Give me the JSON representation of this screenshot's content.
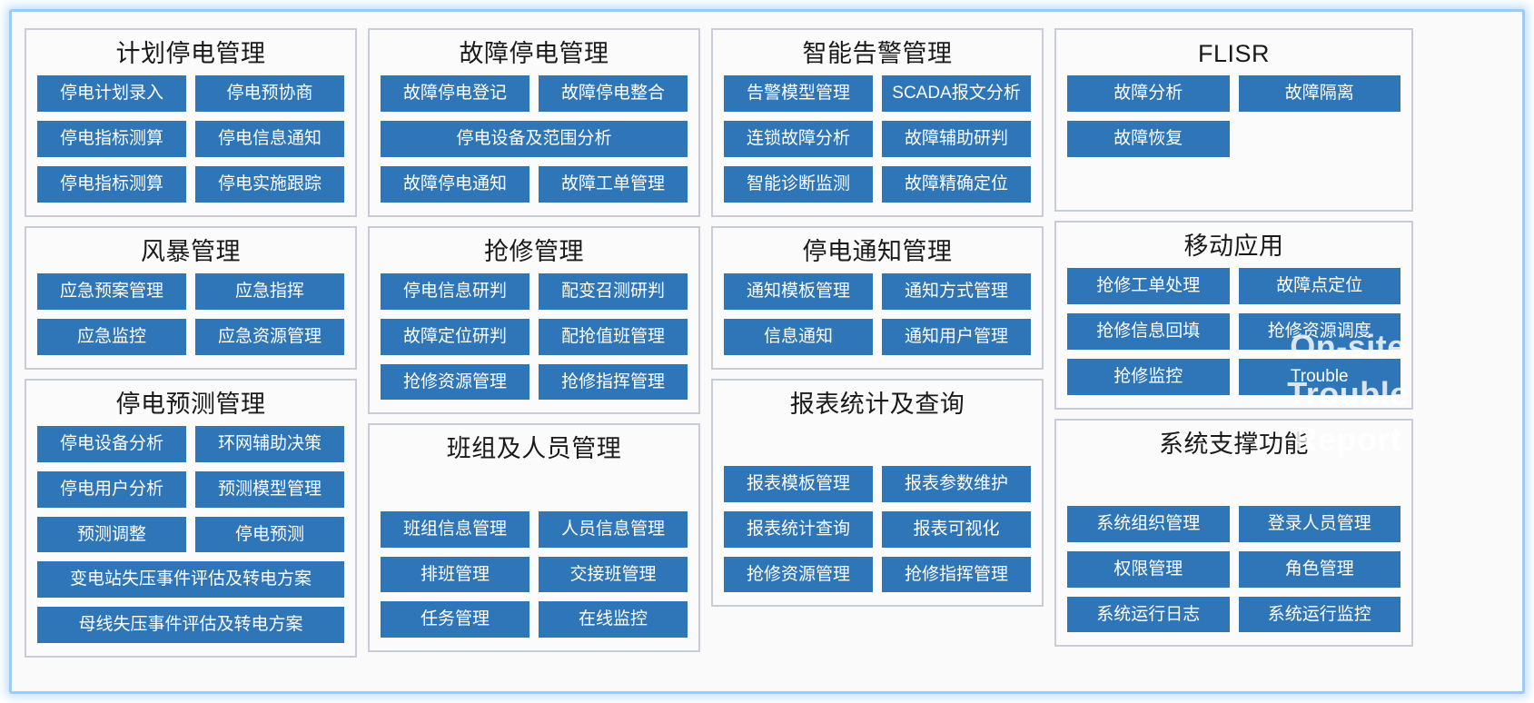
{
  "watermark": {
    "line1": "On-site",
    "line2": "Trouble",
    "line3": "Report"
  },
  "colors": {
    "button_blue": "#2f76b8",
    "panel_border": "#c7ccd6",
    "outer_border": "#9ecbf5",
    "panel_background": "#fbfbfb",
    "title_text": "#1a1a1a",
    "button_text": "#ffffff"
  },
  "panels": {
    "planned_outage": {
      "title": "计划停电管理",
      "buttons": [
        {
          "label": "停电计划录入",
          "wide": false
        },
        {
          "label": "停电预协商",
          "wide": false
        },
        {
          "label": "停电指标测算",
          "wide": false
        },
        {
          "label": "停电信息通知",
          "wide": false
        },
        {
          "label": "停电指标测算",
          "wide": false
        },
        {
          "label": "停电实施跟踪",
          "wide": false
        }
      ]
    },
    "fault_outage": {
      "title": "故障停电管理",
      "buttons": [
        {
          "label": "故障停电登记",
          "wide": false
        },
        {
          "label": "故障停电整合",
          "wide": false
        },
        {
          "label": "停电设备及范围分析",
          "wide": true
        },
        {
          "label": "故障停电通知",
          "wide": false
        },
        {
          "label": "故障工单管理",
          "wide": false
        }
      ]
    },
    "smart_alarm": {
      "title": "智能告警管理",
      "buttons": [
        {
          "label": "告警模型管理",
          "wide": false
        },
        {
          "label": "SCADA报文分析",
          "wide": false
        },
        {
          "label": "连锁故障分析",
          "wide": false
        },
        {
          "label": "故障辅助研判",
          "wide": false
        },
        {
          "label": "智能诊断监测",
          "wide": false
        },
        {
          "label": "故障精确定位",
          "wide": false
        }
      ]
    },
    "flisr": {
      "title": "FLISR",
      "buttons": [
        {
          "label": "故障分析",
          "wide": false
        },
        {
          "label": "故障隔离",
          "wide": false
        },
        {
          "label": "故障恢复",
          "wide": false
        }
      ]
    },
    "storm": {
      "title": "风暴管理",
      "buttons": [
        {
          "label": "应急预案管理",
          "wide": false
        },
        {
          "label": "应急指挥",
          "wide": false
        },
        {
          "label": "应急监控",
          "wide": false
        },
        {
          "label": "应急资源管理",
          "wide": false
        }
      ]
    },
    "emergency_repair": {
      "title": "抢修管理",
      "buttons": [
        {
          "label": "停电信息研判",
          "wide": false
        },
        {
          "label": "配变召测研判",
          "wide": false
        },
        {
          "label": "故障定位研判",
          "wide": false
        },
        {
          "label": "配抢值班管理",
          "wide": false
        },
        {
          "label": "抢修资源管理",
          "wide": false
        },
        {
          "label": "抢修指挥管理",
          "wide": false
        }
      ]
    },
    "outage_notice": {
      "title": "停电通知管理",
      "buttons": [
        {
          "label": "通知模板管理",
          "wide": false
        },
        {
          "label": "通知方式管理",
          "wide": false
        },
        {
          "label": "信息通知",
          "wide": false
        },
        {
          "label": "通知用户管理",
          "wide": false
        }
      ]
    },
    "mobile_app": {
      "title": "移动应用",
      "buttons": [
        {
          "label": "抢修工单处理",
          "wide": false
        },
        {
          "label": "故障点定位",
          "wide": false
        },
        {
          "label": "抢修信息回填",
          "wide": false
        },
        {
          "label": "抢修资源调度",
          "wide": false
        },
        {
          "label": "抢修监控",
          "wide": false
        },
        {
          "label": "Trouble",
          "wide": false
        }
      ]
    },
    "outage_forecast": {
      "title": "停电预测管理",
      "buttons": [
        {
          "label": "停电设备分析",
          "wide": false
        },
        {
          "label": "环网辅助决策",
          "wide": false
        },
        {
          "label": "停电用户分析",
          "wide": false
        },
        {
          "label": "预测模型管理",
          "wide": false
        },
        {
          "label": "预测调整",
          "wide": false
        },
        {
          "label": "停电预测",
          "wide": false
        },
        {
          "label": "变电站失压事件评估及转电方案",
          "wide": true
        },
        {
          "label": "母线失压事件评估及转电方案",
          "wide": true
        }
      ]
    },
    "team_personnel": {
      "title": "班组及人员管理",
      "buttons": [
        {
          "label": "班组信息管理",
          "wide": false
        },
        {
          "label": "人员信息管理",
          "wide": false
        },
        {
          "label": "排班管理",
          "wide": false
        },
        {
          "label": "交接班管理",
          "wide": false
        },
        {
          "label": "任务管理",
          "wide": false
        },
        {
          "label": "在线监控",
          "wide": false
        }
      ]
    },
    "report_query": {
      "title": "报表统计及查询",
      "buttons": [
        {
          "label": "报表模板管理",
          "wide": false
        },
        {
          "label": "报表参数维护",
          "wide": false
        },
        {
          "label": "报表统计查询",
          "wide": false
        },
        {
          "label": "报表可视化",
          "wide": false
        },
        {
          "label": "抢修资源管理",
          "wide": false
        },
        {
          "label": "抢修指挥管理",
          "wide": false
        }
      ]
    },
    "system_support": {
      "title": "系统支撑功能",
      "buttons": [
        {
          "label": "系统组织管理",
          "wide": false
        },
        {
          "label": "登录人员管理",
          "wide": false
        },
        {
          "label": "权限管理",
          "wide": false
        },
        {
          "label": "角色管理",
          "wide": false
        },
        {
          "label": "系统运行日志",
          "wide": false
        },
        {
          "label": "系统运行监控",
          "wide": false
        }
      ]
    }
  }
}
